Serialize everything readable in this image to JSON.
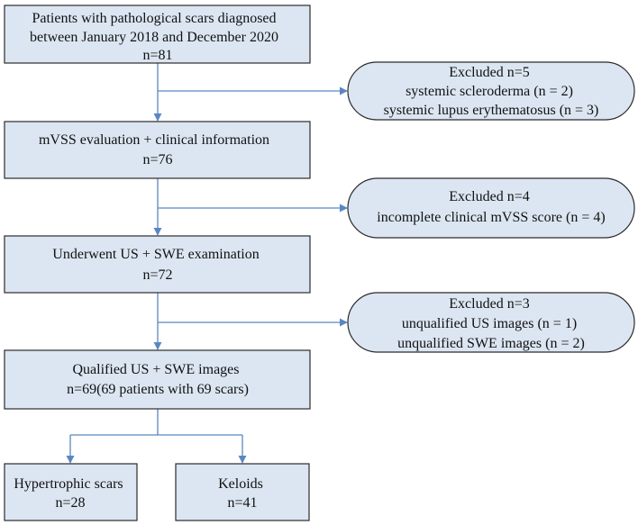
{
  "colors": {
    "box_fill": "#dce6f2",
    "box_stroke": "#2b2b2b",
    "arrow": "#5b87c0",
    "text": "#111111",
    "background": "#ffffff"
  },
  "boxes": {
    "patients": {
      "lines": [
        "Patients with pathological scars diagnosed",
        "between January 2018 and December 2020",
        "n=81"
      ]
    },
    "mvss": {
      "lines": [
        "mVSS evaluation + clinical information",
        "n=76"
      ]
    },
    "us_swe": {
      "lines": [
        "Underwent US + SWE examination",
        "n=72"
      ]
    },
    "qualified": {
      "lines": [
        "Qualified US + SWE images",
        "n=69(69 patients with 69 scars)"
      ]
    },
    "hypertrophic": {
      "lines": [
        "Hypertrophic scars",
        "n=28"
      ]
    },
    "keloids": {
      "lines": [
        "Keloids",
        "n=41"
      ]
    }
  },
  "exclusions": {
    "excluded_1": {
      "lines": [
        "Excluded n=5",
        "systemic scleroderma (n = 2)",
        "systemic lupus erythematosus (n = 3)"
      ]
    },
    "excluded_2": {
      "lines": [
        "Excluded n=4",
        "incomplete clinical mVSS score (n = 4)"
      ]
    },
    "excluded_3": {
      "lines": [
        "Excluded n=3",
        "unqualified US images (n = 1)",
        "unqualified SWE images (n = 2)"
      ]
    }
  }
}
